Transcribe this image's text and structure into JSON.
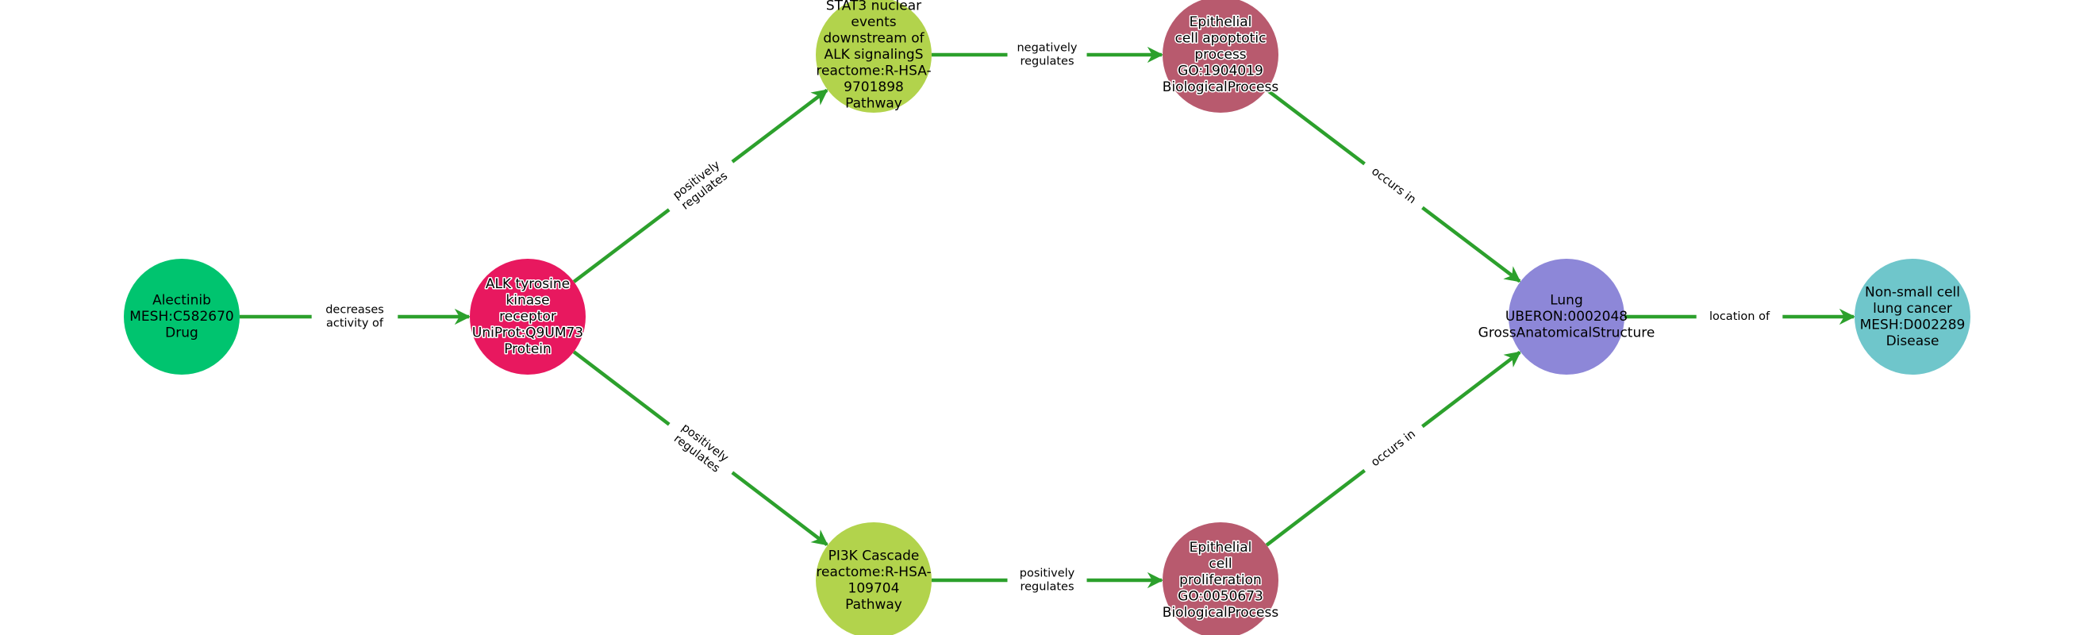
{
  "colors": {
    "edge": "#2ca02c",
    "drug": "#00c46f",
    "protein": "#e8185f",
    "pathway": "#b2d34c",
    "process": "#b85a6e",
    "anatomy": "#8d87d8",
    "disease": "#6fc6cb"
  },
  "nodes": [
    {
      "id": "alectinib",
      "type": "drug",
      "halo": false,
      "lines": [
        "Alectinib",
        "MESH:C582670",
        "Drug"
      ]
    },
    {
      "id": "alk",
      "type": "protein",
      "halo": true,
      "lines": [
        "ALK tyrosine",
        "kinase",
        "receptor",
        "UniProt:Q9UM73",
        "Protein"
      ]
    },
    {
      "id": "stat3",
      "type": "pathway",
      "halo": false,
      "lines": [
        "STAT3 nuclear",
        "events",
        "downstream of",
        "ALK signalingS",
        "reactome:R-HSA-",
        "9701898",
        "Pathway"
      ]
    },
    {
      "id": "pi3k",
      "type": "pathway",
      "halo": false,
      "lines": [
        "PI3K Cascade",
        "reactome:R-HSA-",
        "109704",
        "Pathway"
      ]
    },
    {
      "id": "apoptosis",
      "type": "process",
      "halo": true,
      "lines": [
        "Epithelial",
        "cell apoptotic",
        "process",
        "GO:1904019",
        "BiologicalProcess"
      ]
    },
    {
      "id": "proliferation",
      "type": "process",
      "halo": true,
      "lines": [
        "Epithelial",
        "cell",
        "proliferation",
        "GO:0050673",
        "BiologicalProcess"
      ]
    },
    {
      "id": "lung",
      "type": "anatomy",
      "halo": false,
      "lines": [
        "Lung",
        "UBERON:0002048",
        "GrossAnatomicalStructure"
      ]
    },
    {
      "id": "nsclc",
      "type": "disease",
      "halo": false,
      "lines": [
        "Non-small cell",
        "lung cancer",
        "MESH:D002289",
        "Disease"
      ]
    }
  ],
  "edges": [
    {
      "from": "alectinib",
      "to": "alk",
      "label": [
        "decreases",
        "activity of"
      ]
    },
    {
      "from": "alk",
      "to": "stat3",
      "label": [
        "positively",
        "regulates"
      ]
    },
    {
      "from": "alk",
      "to": "pi3k",
      "label": [
        "positively",
        "regulates"
      ]
    },
    {
      "from": "stat3",
      "to": "apoptosis",
      "label": [
        "negatively",
        "regulates"
      ]
    },
    {
      "from": "pi3k",
      "to": "proliferation",
      "label": [
        "positively",
        "regulates"
      ]
    },
    {
      "from": "apoptosis",
      "to": "lung",
      "label": [
        "occurs in"
      ]
    },
    {
      "from": "proliferation",
      "to": "lung",
      "label": [
        "occurs in"
      ]
    },
    {
      "from": "lung",
      "to": "nsclc",
      "label": [
        "location of"
      ]
    }
  ]
}
